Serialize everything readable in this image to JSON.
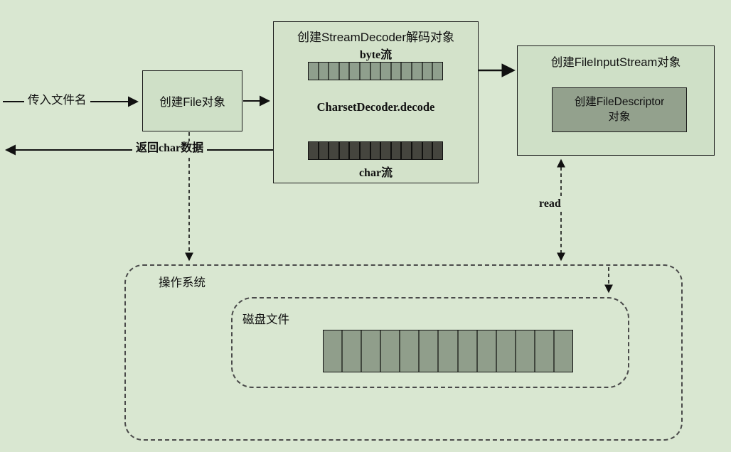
{
  "labels": {
    "pass_filename": "传入文件名",
    "create_file": "创建File对象",
    "stream_decoder_title": "创建StreamDecoder解码对象",
    "byte_stream": "byte流",
    "decode_method": "CharsetDecoder.decode",
    "char_stream": "char流",
    "file_input_stream_title": "创建FileInputStream对象",
    "file_descriptor_line1": "创建FileDescriptor",
    "file_descriptor_line2": "对象",
    "return_char_data": "返回char数据",
    "read": "read",
    "operating_system": "操作系统",
    "disk_file": "磁盘文件"
  },
  "bars": {
    "byte_segments": 13,
    "char_segments": 13,
    "disk_segments": 13
  },
  "colors": {
    "background": "#d9e7d1",
    "box_fill": "#cfe0c7",
    "decoder_box_fill": "#d3e2ca",
    "descriptor_fill": "#93a18d",
    "byte_bar_fill": "#8f9f8d",
    "char_bar_fill": "#45453e",
    "disk_bar_fill": "#909e8b",
    "line": "#111111"
  }
}
